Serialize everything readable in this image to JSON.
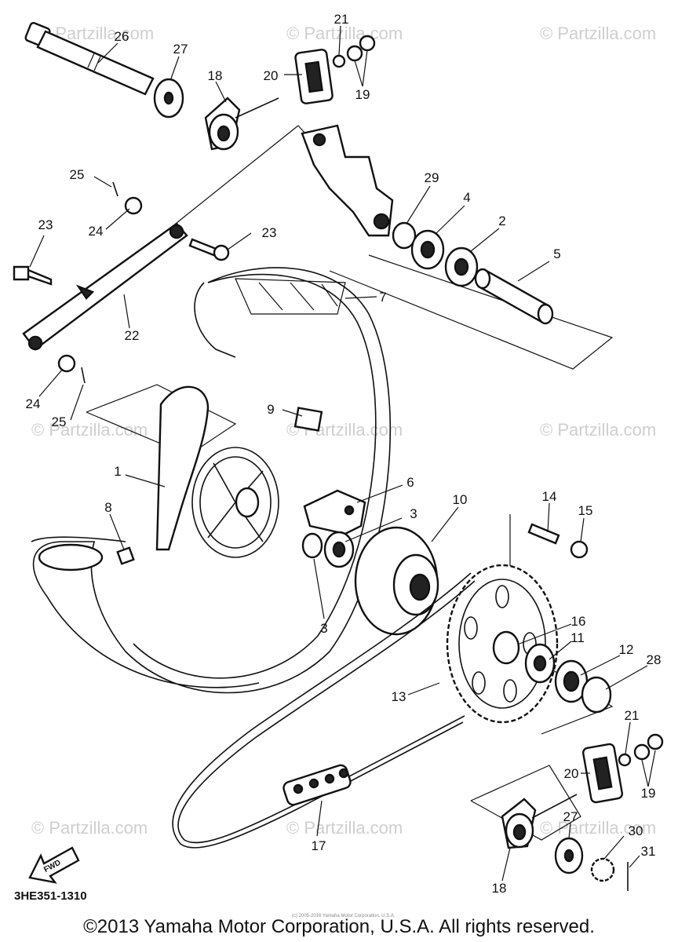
{
  "watermarks": [
    "© Partzilla.com",
    "© Partzilla.com",
    "© Partzilla.com",
    "© Partzilla.com",
    "© Partzilla.com",
    "© Partzilla.com",
    "© Partzilla.com",
    "© Partzilla.com",
    "© Partzilla.com"
  ],
  "callouts": {
    "c26": "26",
    "c27a": "27",
    "c18a": "18",
    "c20a": "20",
    "c21a": "21",
    "c19a": "19",
    "c25a": "25",
    "c24a": "24",
    "c23a": "23",
    "c23b": "23",
    "c22": "22",
    "c24b": "24",
    "c25b": "25",
    "c29": "29",
    "c4": "4",
    "c2": "2",
    "c5": "5",
    "c7": "7",
    "c9": "9",
    "c1": "1",
    "c8": "8",
    "c6": "6",
    "c3a": "3",
    "c3b": "3",
    "c10": "10",
    "c14": "14",
    "c15": "15",
    "c16": "16",
    "c11": "11",
    "c12": "12",
    "c28": "28",
    "c13": "13",
    "c21b": "21",
    "c20b": "20",
    "c19b": "19",
    "c27b": "27",
    "c30": "30",
    "c31": "31",
    "c18b": "18",
    "c17": "17"
  },
  "fwd_label": "FWD",
  "diagram_code": "3HE351-1310",
  "tiny_note": "(c) 2005-2016 Yamaha Motor Corporation, U.S.A.",
  "copyright": "©2013 Yamaha Motor Corporation, U.S.A. All rights reserved."
}
